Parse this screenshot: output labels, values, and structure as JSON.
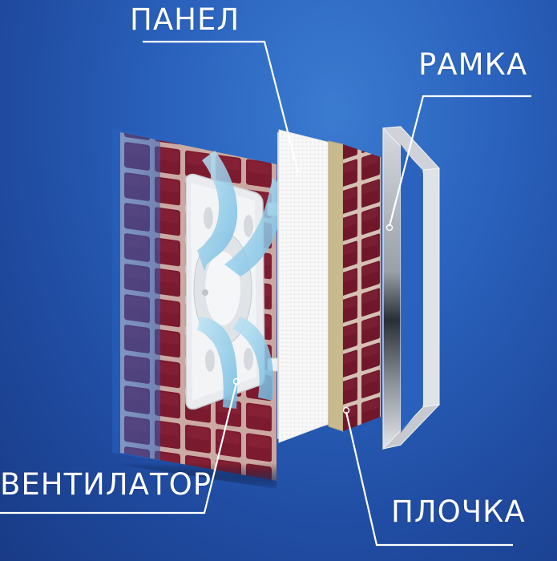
{
  "diagram": {
    "type": "exploded-view",
    "subject": "concealed bathroom access panel with ventilator",
    "colors": {
      "background": "#2a62bd",
      "background_dark": "#193b86",
      "tile": "#7a1a2e",
      "grout": "#e8d6c8",
      "panel": "#f4f4f4",
      "adhesive_layer": "#c8b98e",
      "frame": "#b8bcc4",
      "airflow": "#8fcbe8",
      "leader_line": "#ffffff"
    },
    "labels": {
      "panel": "ПАНЕЛ",
      "frame": "РАМКА",
      "ventilator": "ВЕНТИЛАТОР",
      "tile": "ПЛОЧКА"
    },
    "components": [
      {
        "id": "ventilator",
        "label": "ВЕНТИЛАТОР"
      },
      {
        "id": "panel",
        "label": "ПАНЕЛ"
      },
      {
        "id": "tile",
        "label": "ПЛОЧКА"
      },
      {
        "id": "frame",
        "label": "РАМКА"
      }
    ]
  }
}
